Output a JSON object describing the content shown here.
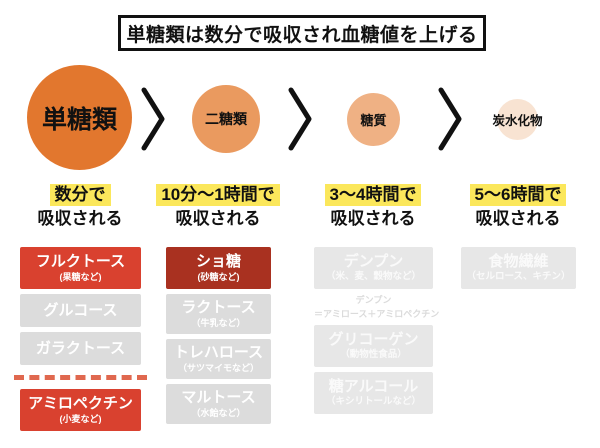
{
  "title": "単糖類は数分で吸収され血糖値を上げる",
  "colors": {
    "circle_monosaccharide": "#E2772E",
    "circle_disaccharide": "#EA9A5F",
    "circle_saccharide": "#EFB184",
    "circle_carbohydrate": "#F8E3D2",
    "highlight_yellow": "#FBE75B",
    "box_red": "#D9412F",
    "box_dark_red": "#A93120",
    "box_gray": "#DCDCDC",
    "box_light_gray": "#E7E7E7",
    "divider_red": "#E0684F"
  },
  "columns": [
    {
      "circle_label": "単糖類",
      "time_line1": "数分で",
      "time_line2": "吸収される",
      "items": [
        {
          "label": "フルクトース",
          "sub": "(果糖など)"
        },
        {
          "label": "グルコース"
        },
        {
          "label": "ガラクトース"
        },
        {
          "label": "アミロペクチン",
          "sub": "(小麦など)"
        }
      ]
    },
    {
      "circle_label": "二糖類",
      "time_line1": "10分〜1時間で",
      "time_line2": "吸収される",
      "items": [
        {
          "label": "ショ糖",
          "sub": "(砂糖など)"
        },
        {
          "label": "ラクトース",
          "sub": "（牛乳など）"
        },
        {
          "label": "トレハロース",
          "sub": "（サツマイモなど）"
        },
        {
          "label": "マルトース",
          "sub": "（水飴など）"
        }
      ]
    },
    {
      "circle_label": "糖質",
      "time_line1": "3〜4時間で",
      "time_line2": "吸収される",
      "note_line1": "デンプン",
      "note_line2": "＝アミロース＋アミロペクチン",
      "items": [
        {
          "label": "デンプン",
          "sub": "（米、麦、穀物など）"
        },
        {
          "label": "グリコーゲン",
          "sub": "（動物性食品）"
        },
        {
          "label": "糖アルコール",
          "sub": "（キシリトールなど）"
        }
      ]
    },
    {
      "circle_label": "炭水化物",
      "time_line1": "5〜6時間で",
      "time_line2": "吸収される",
      "items": [
        {
          "label": "食物繊維",
          "sub": "（セルロース、キチン）"
        }
      ]
    }
  ]
}
